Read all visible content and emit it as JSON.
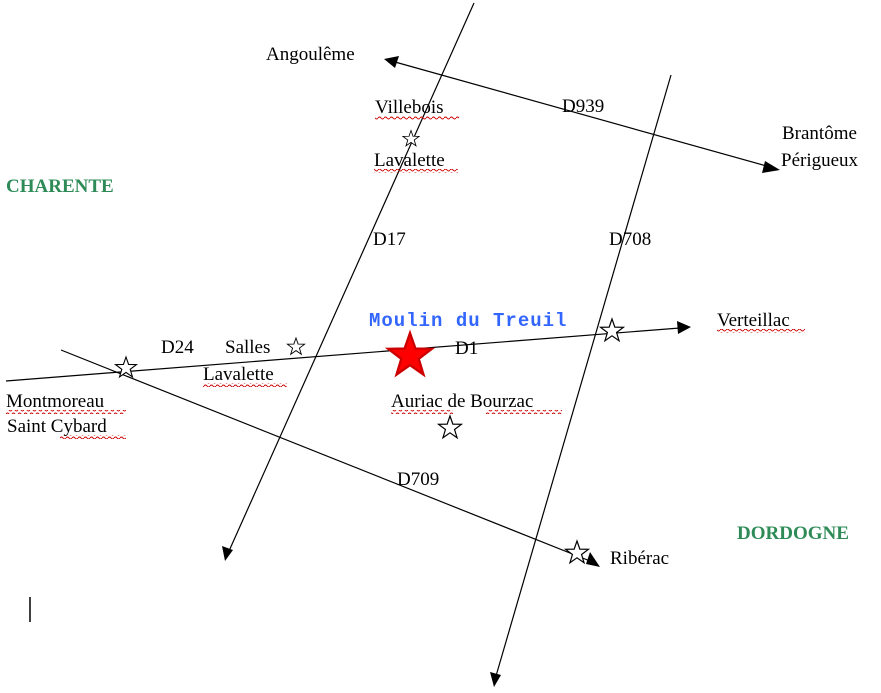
{
  "towns": [
    {
      "id": "angouleme",
      "label": "Angoulême"
    },
    {
      "id": "villebois",
      "label": "Villebois"
    },
    {
      "id": "villebois-lavalette",
      "label": "Lavalette"
    },
    {
      "id": "brantome",
      "label": "Brantôme"
    },
    {
      "id": "perigueux",
      "label": "Périgueux"
    },
    {
      "id": "verteillac",
      "label": "Verteillac"
    },
    {
      "id": "salles",
      "label": "Salles"
    },
    {
      "id": "salles-lavalette",
      "label": "Lavalette"
    },
    {
      "id": "montmoreau",
      "label": "Montmoreau"
    },
    {
      "id": "saint-cybard",
      "label": "Saint Cybard"
    },
    {
      "id": "auriac",
      "label": "Auriac de Bourzac"
    },
    {
      "id": "riberac",
      "label": "Ribérac"
    }
  ],
  "roads": [
    {
      "id": "d939",
      "label": "D939"
    },
    {
      "id": "d17",
      "label": "D17"
    },
    {
      "id": "d708",
      "label": "D708"
    },
    {
      "id": "d24",
      "label": "D24"
    },
    {
      "id": "d1",
      "label": "D1"
    },
    {
      "id": "d709",
      "label": "D709"
    }
  ],
  "regions": [
    {
      "id": "charente",
      "label": "CHARENTE"
    },
    {
      "id": "dordogne",
      "label": "DORDOGNE"
    }
  ],
  "destination": {
    "label": "Moulin du Treuil"
  },
  "colors": {
    "region": "#2e8b57",
    "destination_text": "#3366ff",
    "destination_star": "#ff0000",
    "spellcheck": "#cc0000",
    "road": "#000000"
  }
}
